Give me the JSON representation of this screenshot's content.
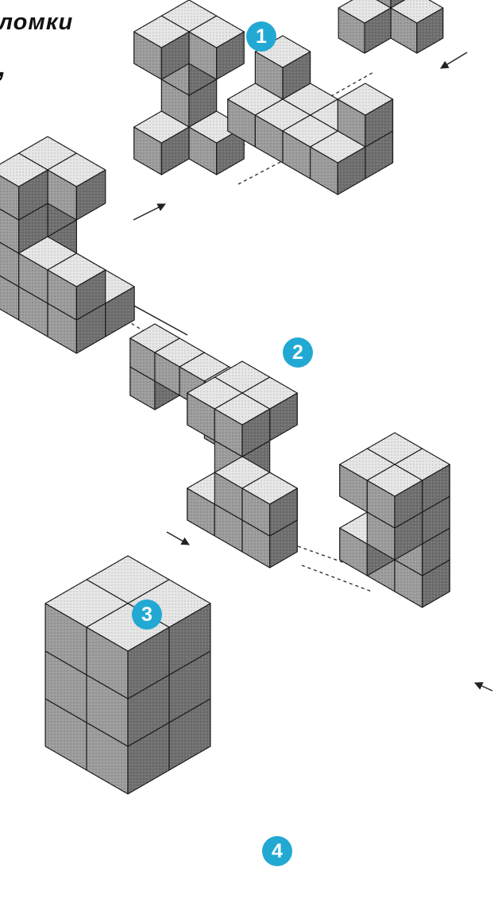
{
  "text": {
    "line1": "ломки",
    "line2": ","
  },
  "steps": [
    {
      "number": "1"
    },
    {
      "number": "2"
    },
    {
      "number": "3"
    },
    {
      "number": "4"
    }
  ],
  "colors": {
    "badge": "#22a9d3",
    "top_face": "#e6e6e6",
    "left_face": "#9c9c9c",
    "right_face": "#6f6f6f",
    "outline": "#1a1a1a"
  }
}
